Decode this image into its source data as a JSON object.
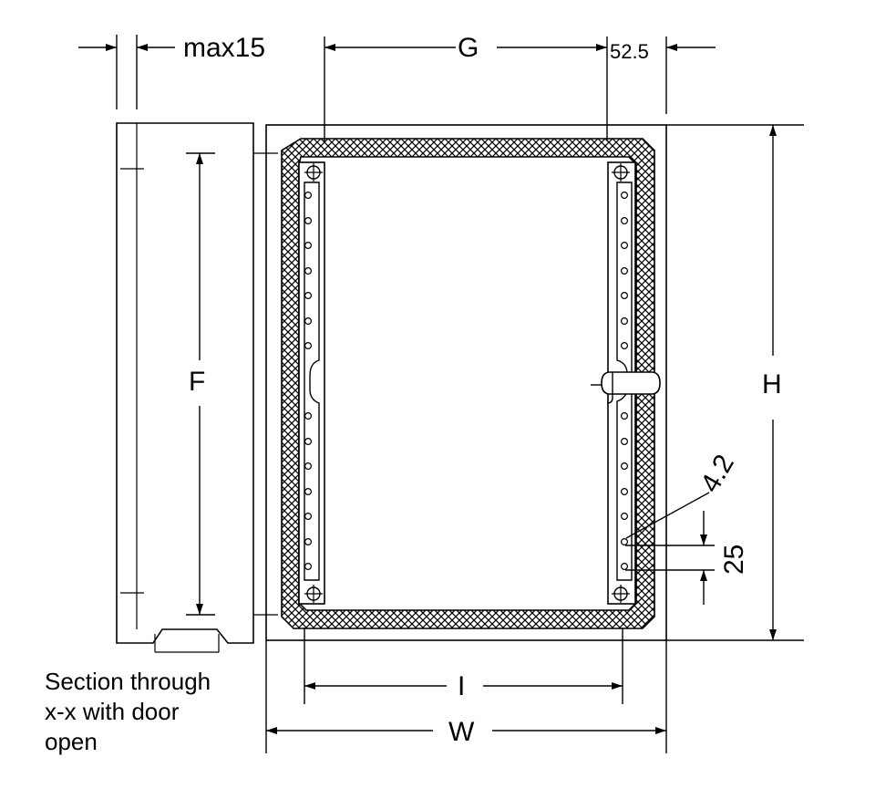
{
  "dimensions": {
    "max15": "max15",
    "G": "G",
    "d52_5": "52.5",
    "H": "H",
    "F": "F",
    "I": "I",
    "W": "W",
    "d4_2": "4.2",
    "d25": "25"
  },
  "caption": {
    "line1": "Section through",
    "line2": "x-x with door",
    "line3": "open"
  }
}
